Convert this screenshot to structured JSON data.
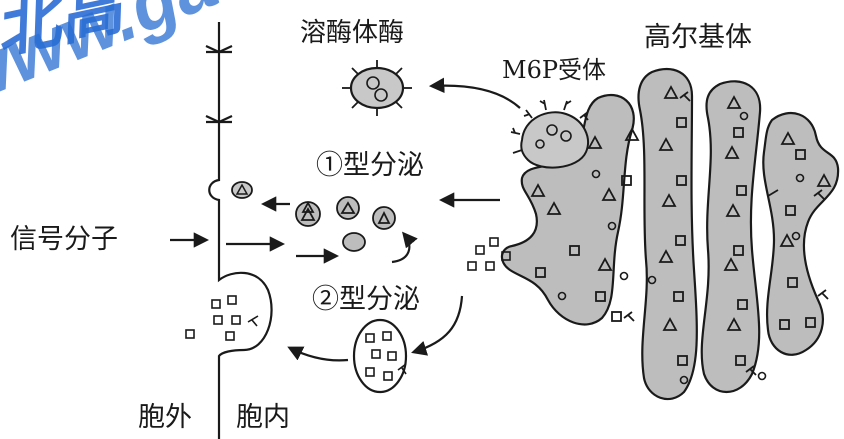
{
  "labels": {
    "lysosome_enzyme": "溶酶体酶",
    "m6p_receptor": "M6P受体",
    "golgi": "高尔基体",
    "type1_secretion": "①型分泌",
    "signal_molecule": "信号分子",
    "type2_secretion": "②型分泌",
    "outside_cell": "胞外",
    "inside_cell": "胞内"
  },
  "watermark": {
    "text": "www.gaokz",
    "logo_text": "北高"
  },
  "colors": {
    "ink": "#1a1a1a",
    "golgi_fill": "#bdbdbd",
    "vesicle_fill": "#c8c8c8",
    "watermark": "#2f74d0"
  }
}
